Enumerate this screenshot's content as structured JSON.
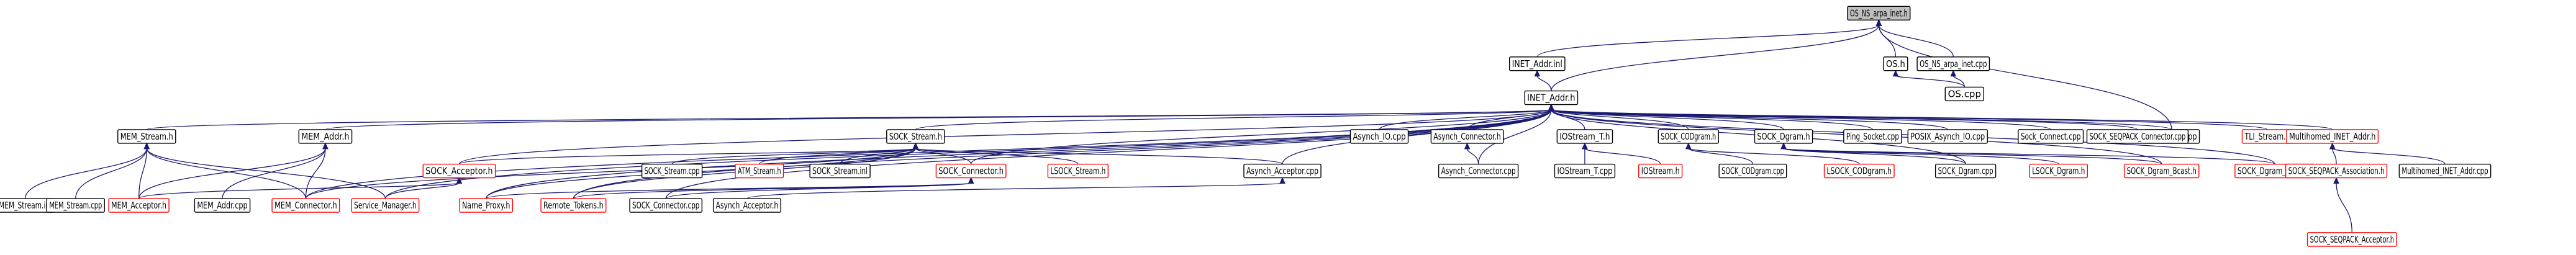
{
  "graph": {
    "title": "OS_NS_arpa_inet.h",
    "colors": {
      "edge": "#191970",
      "node_border_documented": "#000000",
      "node_border_undocumented": "#ff0000",
      "focus_node_fill": "#bfbfbf",
      "background": "#ffffff"
    },
    "nodes": [
      {
        "id": "n1",
        "label": "OS_NS_arpa_inet.h",
        "style": "focus"
      },
      {
        "id": "n2",
        "label": "INET_Addr.inl",
        "style": "black"
      },
      {
        "id": "n3",
        "label": "OS.h",
        "style": "black"
      },
      {
        "id": "n4",
        "label": "OS_NS_arpa_inet.cpp",
        "style": "black"
      },
      {
        "id": "n5",
        "label": "OS.cpp",
        "style": "black"
      },
      {
        "id": "n6",
        "label": "INET_Addr.h",
        "style": "black"
      },
      {
        "id": "n7",
        "label": "INET_Addr.cpp",
        "style": "black"
      },
      {
        "id": "n8",
        "label": "MEM_Stream.h",
        "style": "black"
      },
      {
        "id": "n9",
        "label": "MEM_Addr.h",
        "style": "black"
      },
      {
        "id": "n10",
        "label": "SOCK_Stream.h",
        "style": "black"
      },
      {
        "id": "n11",
        "label": "Asynch_IO.cpp",
        "style": "black"
      },
      {
        "id": "n12",
        "label": "Asynch_Connector.h",
        "style": "black"
      },
      {
        "id": "n13",
        "label": "IOStream_T.h",
        "style": "black"
      },
      {
        "id": "n14",
        "label": "SOCK_CODgram.h",
        "style": "black"
      },
      {
        "id": "n15",
        "label": "SOCK_Dgram.h",
        "style": "black"
      },
      {
        "id": "n16",
        "label": "Ping_Socket.cpp",
        "style": "black"
      },
      {
        "id": "n17",
        "label": "POSIX_Asynch_IO.cpp",
        "style": "black"
      },
      {
        "id": "n18",
        "label": "Sock_Connect.cpp",
        "style": "black"
      },
      {
        "id": "n19",
        "label": "SOCK_SEQPACK_Connector.cpp",
        "style": "black"
      },
      {
        "id": "n20",
        "label": "TLI_Stream.h",
        "style": "red"
      },
      {
        "id": "n21",
        "label": "Multihomed_INET_Addr.h",
        "style": "red"
      },
      {
        "id": "n22",
        "label": "SOCK_Acceptor.h",
        "style": "red"
      },
      {
        "id": "n23",
        "label": "SOCK_Stream.cpp",
        "style": "black"
      },
      {
        "id": "n24",
        "label": "ATM_Stream.h",
        "style": "red"
      },
      {
        "id": "n25",
        "label": "SOCK_Stream.inl",
        "style": "black"
      },
      {
        "id": "n26",
        "label": "SOCK_Connector.h",
        "style": "red"
      },
      {
        "id": "n27",
        "label": "LSOCK_Stream.h",
        "style": "red"
      },
      {
        "id": "n28",
        "label": "Asynch_Acceptor.cpp",
        "style": "black"
      },
      {
        "id": "n29",
        "label": "Asynch_Connector.cpp",
        "style": "black"
      },
      {
        "id": "n30",
        "label": "IOStream_T.cpp",
        "style": "black"
      },
      {
        "id": "n31",
        "label": "IOStream.h",
        "style": "red"
      },
      {
        "id": "n32",
        "label": "SOCK_CODgram.cpp",
        "style": "black"
      },
      {
        "id": "n33",
        "label": "LSOCK_CODgram.h",
        "style": "red"
      },
      {
        "id": "n34",
        "label": "SOCK_Dgram.cpp",
        "style": "black"
      },
      {
        "id": "n35",
        "label": "LSOCK_Dgram.h",
        "style": "red"
      },
      {
        "id": "n36",
        "label": "SOCK_Dgram_Bcast.h",
        "style": "red"
      },
      {
        "id": "n37",
        "label": "SOCK_Dgram_Mcast.h",
        "style": "red"
      },
      {
        "id": "n38",
        "label": "SOCK_SEQPACK_Association.h",
        "style": "red"
      },
      {
        "id": "n39",
        "label": "Multihomed_INET_Addr.cpp",
        "style": "black"
      },
      {
        "id": "n40",
        "label": "MEM_Stream.inl",
        "style": "black"
      },
      {
        "id": "n41",
        "label": "MEM_Stream.cpp",
        "style": "black"
      },
      {
        "id": "n42",
        "label": "MEM_Acceptor.h",
        "style": "red"
      },
      {
        "id": "n43",
        "label": "MEM_Addr.cpp",
        "style": "black"
      },
      {
        "id": "n44",
        "label": "MEM_Connector.h",
        "style": "red"
      },
      {
        "id": "n45",
        "label": "Service_Manager.h",
        "style": "red"
      },
      {
        "id": "n46",
        "label": "Name_Proxy.h",
        "style": "red"
      },
      {
        "id": "n47",
        "label": "Remote_Tokens.h",
        "style": "red"
      },
      {
        "id": "n48",
        "label": "SOCK_Connector.cpp",
        "style": "black"
      },
      {
        "id": "n49",
        "label": "Asynch_Acceptor.h",
        "style": "black"
      },
      {
        "id": "n50",
        "label": "SOCK_SEQPACK_Acceptor.h",
        "style": "red"
      }
    ],
    "edges": [
      [
        "n2",
        "n1"
      ],
      [
        "n3",
        "n1"
      ],
      [
        "n4",
        "n1"
      ],
      [
        "n6",
        "n1"
      ],
      [
        "n7",
        "n1"
      ],
      [
        "n5",
        "n3"
      ],
      [
        "n5",
        "n4"
      ],
      [
        "n6",
        "n2"
      ],
      [
        "n7",
        "n6"
      ],
      [
        "n8",
        "n6"
      ],
      [
        "n9",
        "n6"
      ],
      [
        "n10",
        "n6"
      ],
      [
        "n11",
        "n6"
      ],
      [
        "n12",
        "n6"
      ],
      [
        "n13",
        "n6"
      ],
      [
        "n14",
        "n6"
      ],
      [
        "n15",
        "n6"
      ],
      [
        "n16",
        "n6"
      ],
      [
        "n17",
        "n6"
      ],
      [
        "n18",
        "n6"
      ],
      [
        "n19",
        "n6"
      ],
      [
        "n20",
        "n6"
      ],
      [
        "n21",
        "n6"
      ],
      [
        "n22",
        "n6"
      ],
      [
        "n26",
        "n6"
      ],
      [
        "n28",
        "n6"
      ],
      [
        "n29",
        "n6"
      ],
      [
        "n34",
        "n6"
      ],
      [
        "n36",
        "n6"
      ],
      [
        "n37",
        "n6"
      ],
      [
        "n45",
        "n6"
      ],
      [
        "n46",
        "n6"
      ],
      [
        "n47",
        "n6"
      ],
      [
        "n48",
        "n6"
      ],
      [
        "n44",
        "n6"
      ],
      [
        "n22",
        "n10"
      ],
      [
        "n23",
        "n10"
      ],
      [
        "n24",
        "n10"
      ],
      [
        "n25",
        "n10"
      ],
      [
        "n26",
        "n10"
      ],
      [
        "n27",
        "n10"
      ],
      [
        "n28",
        "n10"
      ],
      [
        "n46",
        "n10"
      ],
      [
        "n47",
        "n10"
      ],
      [
        "n44",
        "n10"
      ],
      [
        "n29",
        "n12"
      ],
      [
        "n30",
        "n13"
      ],
      [
        "n31",
        "n13"
      ],
      [
        "n32",
        "n14"
      ],
      [
        "n33",
        "n14"
      ],
      [
        "n34",
        "n15"
      ],
      [
        "n35",
        "n15"
      ],
      [
        "n36",
        "n15"
      ],
      [
        "n37",
        "n15"
      ],
      [
        "n38",
        "n21"
      ],
      [
        "n39",
        "n21"
      ],
      [
        "n50",
        "n38"
      ],
      [
        "n40",
        "n8"
      ],
      [
        "n41",
        "n8"
      ],
      [
        "n42",
        "n8"
      ],
      [
        "n44",
        "n8"
      ],
      [
        "n45",
        "n8"
      ],
      [
        "n42",
        "n9"
      ],
      [
        "n43",
        "n9"
      ],
      [
        "n44",
        "n9"
      ],
      [
        "n42",
        "n22"
      ],
      [
        "n45",
        "n22"
      ],
      [
        "n46",
        "n26"
      ],
      [
        "n47",
        "n26"
      ],
      [
        "n48",
        "n26"
      ],
      [
        "n49",
        "n28"
      ]
    ]
  }
}
